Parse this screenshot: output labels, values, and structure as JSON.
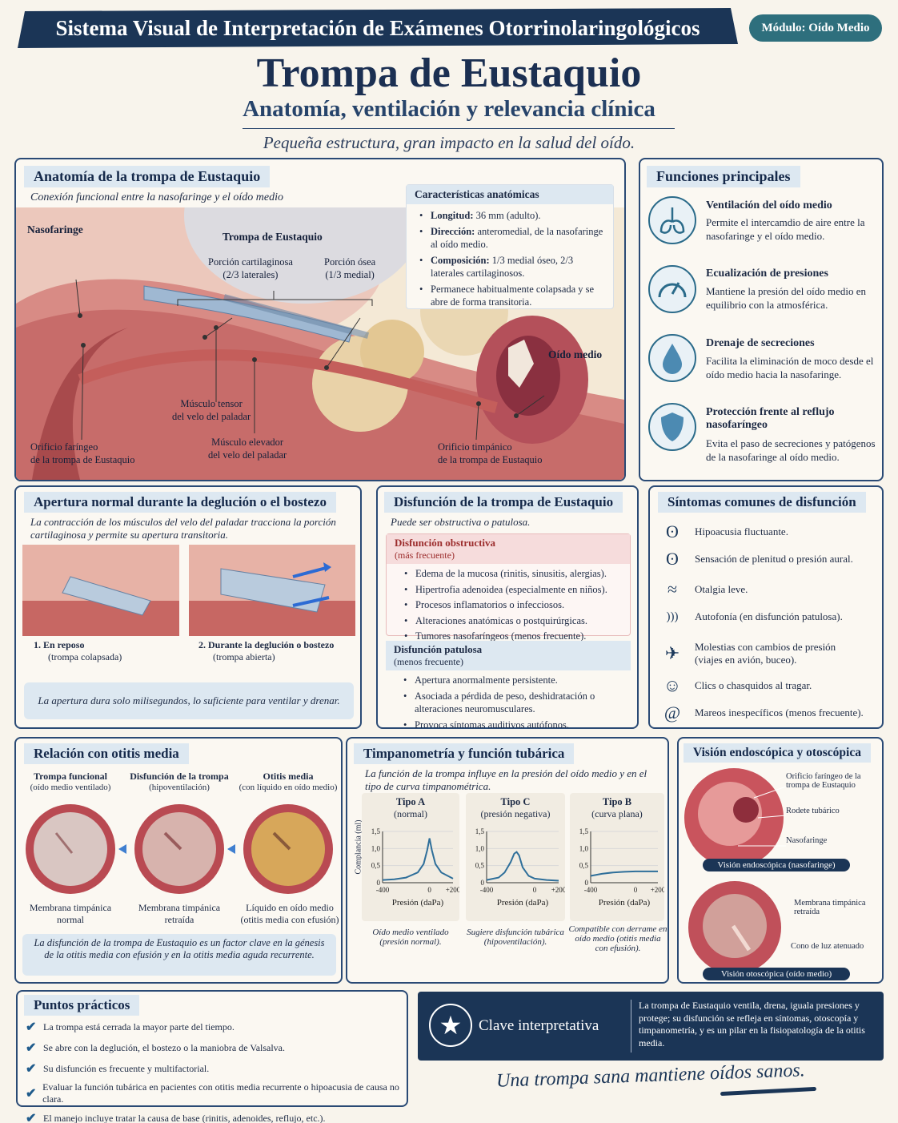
{
  "header": {
    "banner": "Sistema Visual de Interpretación de Exámenes Otorrinolaringológicos",
    "module": "Módulo: Oído Medio",
    "title": "Trompa de Eustaquio",
    "subtitle": "Anatomía, ventilación y relevancia clínica",
    "tagline": "Pequeña estructura, gran impacto en la salud del oído."
  },
  "anatomy": {
    "title": "Anatomía de la trompa de Eustaquio",
    "intro": "Conexión funcional entre la nasofaringe y el oído medio",
    "labels": {
      "nasofaringe": "Nasofaringe",
      "trompa": "Trompa de Eustaquio",
      "cartilaginosa": "Porción cartilaginosa\n(2/3 laterales)",
      "osea": "Porción ósea\n(1/3 medial)",
      "oido_medio": "Oído medio",
      "tensor": "Músculo tensor\ndel velo del paladar",
      "elevador": "Músculo elevador\ndel velo del paladar",
      "orificio_faringeo": "Orificio faríngeo\nde la trompa de Eustaquio",
      "orificio_timpanico": "Orificio timpánico\nde la trompa de Eustaquio"
    },
    "features": {
      "title": "Características anatómicas",
      "items": [
        {
          "key": "Longitud:",
          "text": "36 mm (adulto)."
        },
        {
          "key": "Dirección:",
          "text": "anteromedial, de la nasofaringe al oído medio."
        },
        {
          "key": "Composición:",
          "text": "1/3 medial óseo, 2/3 laterales cartilaginosos."
        },
        {
          "key": "",
          "text": "Permanece habitualmente colapsada y se abre de forma transitoria."
        }
      ]
    }
  },
  "functions": {
    "title": "Funciones principales",
    "items": [
      {
        "title": "Ventilación del oído medio",
        "desc": "Permite el intercamdio de aire entre la nasofaringe y el oído medio.",
        "icon": "lungs-icon"
      },
      {
        "title": "Ecualización de presiones",
        "desc": "Mantiene la presión del oído medio en equilibrio con la atmosférica.",
        "icon": "gauge-icon"
      },
      {
        "title": "Drenaje de secreciones",
        "desc": "Facilita la eliminación de moco desde el oído medio hacia la nasofaringe.",
        "icon": "drop-icon"
      },
      {
        "title": "Protección frente al reflujo nasofaríngeo",
        "desc": "Evita el paso de secreciones y patógenos de la nasofaringe al oído medio.",
        "icon": "shield-icon"
      }
    ]
  },
  "opening": {
    "title": "Apertura normal durante la deglución o el bostezo",
    "intro": "La contracción de los músculos del velo del paladar tracciona la porción cartilaginosa y permite su apertura transitoria.",
    "states": [
      {
        "num": "1.",
        "title": "En reposo",
        "sub": "(trompa colapsada)"
      },
      {
        "num": "2.",
        "title": "Durante la deglución o bostezo",
        "sub": "(trompa abierta)"
      }
    ],
    "note": "La apertura dura solo milisegundos, lo suficiente para ventilar y drenar."
  },
  "dysfunction": {
    "title": "Disfunción de la trompa de Eustaquio",
    "intro": "Puede ser obstructiva o patulosa.",
    "obstructive": {
      "title": "Disfunción obstructiva",
      "sub": "(más frecuente)",
      "items": [
        "Edema de la mucosa (rinitis, sinusitis, alergias).",
        "Hipertrofia adenoidea (especialmente en niños).",
        "Procesos inflamatorios o infecciosos.",
        "Alteraciones anatómicas o postquirúrgicas.",
        "Tumores nasofaríngeos (menos frecuente)."
      ]
    },
    "patulous": {
      "title": "Disfunción patulosa",
      "sub": "(menos frecuente)",
      "items": [
        "Apertura anormalmente persistente.",
        "Asociada a pérdida de peso, deshidratación o alteraciones neuromusculares.",
        "Provoca síntomas auditivos autófonos."
      ]
    }
  },
  "symptoms": {
    "title": "Síntomas comunes de disfunción",
    "items": [
      {
        "icon": "ear-icon",
        "glyph": "ʘ",
        "text": "Hipoacusia fluctuante."
      },
      {
        "icon": "ear-icon",
        "glyph": "ʘ",
        "text": "Sensación de plenitud o presión aural."
      },
      {
        "icon": "wave-icon",
        "glyph": "≈",
        "text": "Otalgia leve."
      },
      {
        "icon": "sound-icon",
        "glyph": ")))",
        "text": "Autofonía (en disfunción patulosa)."
      },
      {
        "icon": "airplane-icon",
        "glyph": "✈",
        "text": "Molestias con cambios de presión (viajes en avión, buceo)."
      },
      {
        "icon": "head-icon",
        "glyph": "☺",
        "text": "Clics o chasquidos al tragar."
      },
      {
        "icon": "spiral-icon",
        "glyph": "@",
        "text": "Mareos inespecíficos (menos frecuente)."
      }
    ]
  },
  "otitis": {
    "title": "Relación con otitis media",
    "stages": [
      {
        "title": "Trompa funcional",
        "sub": "(oído medio ventilado)",
        "caption": "Membrana timpánica normal"
      },
      {
        "title": "Disfunción de la trompa",
        "sub": "(hipoventilación)",
        "caption": "Membrana timpánica retraída"
      },
      {
        "title": "Otitis media",
        "sub": "(con líquido en oído medio)",
        "caption": "Líquido en oído medio (otitis media con efusión)"
      }
    ],
    "note": "La disfunción de la trompa de Eustaquio es un factor clave en la génesis de la otitis media con efusión y en la otitis media aguda recurrente."
  },
  "tymp": {
    "title": "Timpanometría y función tubárica",
    "intro": "La función de la trompa influye en la presión del oído medio y en el tipo de curva timpanométrica.",
    "ylabel": "Complancia (ml)",
    "xlabel": "Presión (daPa)",
    "yticks": [
      "1,5",
      "1,0",
      "0,5",
      "0"
    ],
    "xticks": [
      "-400",
      "0",
      "+200"
    ],
    "charts": [
      {
        "type": "Tipo A",
        "sub": "(normal)",
        "caption": "Oído medio ventilado (presión normal)."
      },
      {
        "type": "Tipo C",
        "sub": "(presión negativa)",
        "caption": "Sugiere disfunción tubárica (hipoventilación)."
      },
      {
        "type": "Tipo B",
        "sub": "(curva plana)",
        "caption": "Compatible con derrame en oído medio (otitis media con efusión)."
      }
    ]
  },
  "chart_data": [
    {
      "type": "line",
      "title": "Tipo A",
      "xlabel": "Presión (daPa)",
      "ylabel": "Complancia (ml)",
      "xlim": [
        -400,
        200
      ],
      "ylim": [
        0,
        1.5
      ],
      "x": [
        -400,
        -300,
        -200,
        -100,
        -50,
        -20,
        0,
        20,
        50,
        100,
        200
      ],
      "y": [
        0.08,
        0.1,
        0.15,
        0.3,
        0.55,
        0.95,
        1.3,
        0.95,
        0.55,
        0.3,
        0.12
      ]
    },
    {
      "type": "line",
      "title": "Tipo C",
      "xlabel": "Presión (daPa)",
      "ylabel": "Complancia (ml)",
      "xlim": [
        -400,
        200
      ],
      "ylim": [
        0,
        1.5
      ],
      "x": [
        -400,
        -300,
        -250,
        -200,
        -170,
        -150,
        -130,
        -100,
        -50,
        0,
        100,
        200
      ],
      "y": [
        0.08,
        0.15,
        0.3,
        0.6,
        0.85,
        0.9,
        0.8,
        0.45,
        0.2,
        0.12,
        0.08,
        0.06
      ]
    },
    {
      "type": "line",
      "title": "Tipo B",
      "xlabel": "Presión (daPa)",
      "ylabel": "Complancia (ml)",
      "xlim": [
        -400,
        200
      ],
      "ylim": [
        0,
        1.5
      ],
      "x": [
        -400,
        -300,
        -200,
        -100,
        0,
        100,
        200
      ],
      "y": [
        0.2,
        0.26,
        0.3,
        0.32,
        0.33,
        0.33,
        0.33
      ]
    }
  ],
  "endoscopy": {
    "title": "Visión endoscópica y otoscópica",
    "endo_labels": [
      "Orificio faríngeo de la trompa de Eustaquio",
      "Rodete tubárico",
      "Nasofaringe"
    ],
    "endo_caption": "Visión endoscópica (nasofaringe)",
    "oto_labels": [
      "Membrana timpánica retraída",
      "Cono de luz atenuado"
    ],
    "oto_caption": "Visión otoscópica (oído medio)"
  },
  "practical": {
    "title": "Puntos prácticos",
    "items": [
      "La trompa está cerrada la mayor parte del tiempo.",
      "Se abre con la deglución, el bostezo o la maniobra de Valsalva.",
      "Su disfunción es frecuente y multifactorial.",
      "Evaluar la función tubárica en pacientes con otitis media recurrente o hipoacusia de causa no clara.",
      "El manejo incluye tratar la causa de base (rinitis, adenoides, reflujo, etc.)."
    ]
  },
  "key": {
    "title": "Clave interpretativa",
    "text": "La trompa de Eustaquio ventila, drena, iguala presiones y protege; su disfunción se refleja en síntomas, otoscopía y timpanometría, y es un pilar en la fisiopatología de la otitis media."
  },
  "slogan": "Una trompa sana mantiene oídos sanos.",
  "colors": {
    "navy": "#1b3556",
    "teal": "#2e6f7d",
    "pink": "#f6dcdc",
    "lightblue": "#dde8f1"
  }
}
